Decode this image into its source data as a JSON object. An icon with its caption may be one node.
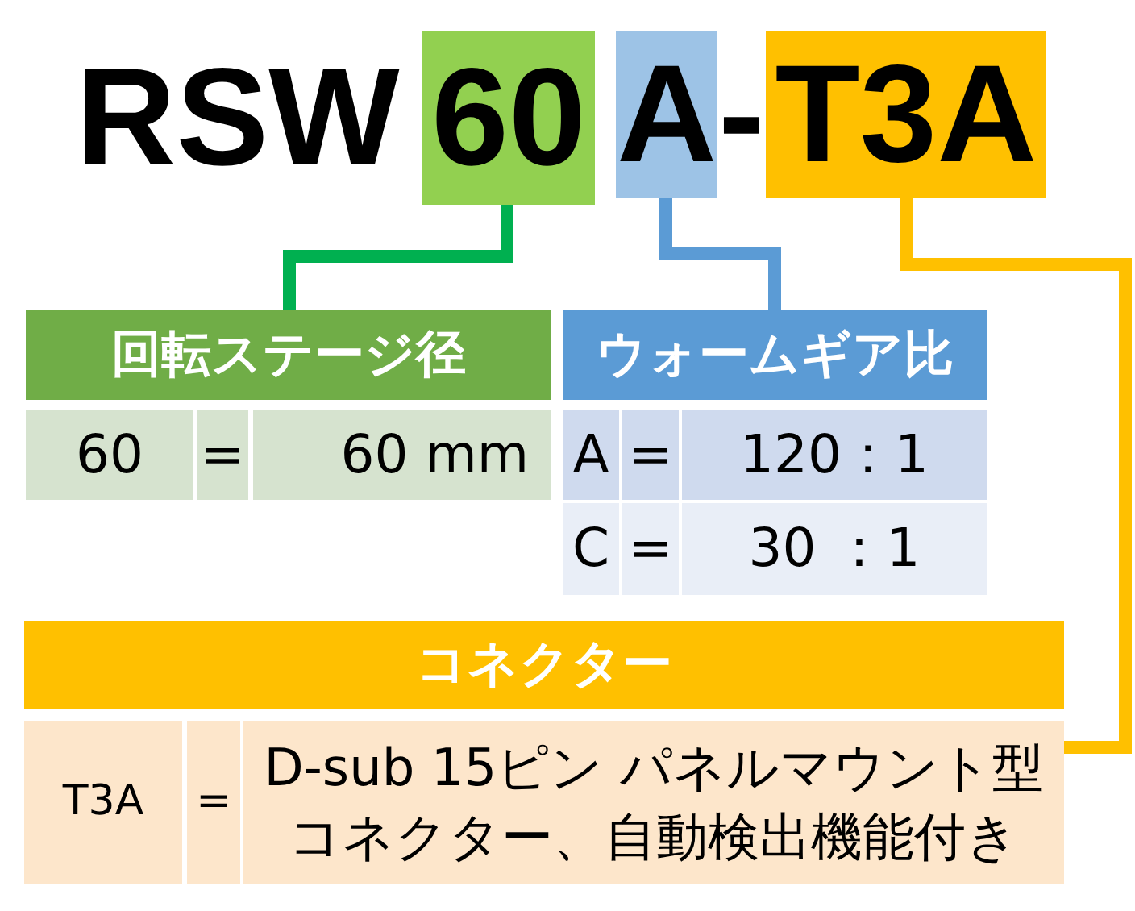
{
  "diagram": {
    "nodes": [
      {
        "text": [
          "60"
        ]
      },
      {
        "text": [
          "A"
        ]
      },
      {
        "text": [
          "T3A"
        ]
      },
      {
        "text": [
          "回転ステージ径"
        ]
      },
      {
        "text": [
          "60"
        ]
      },
      {
        "text": [
          "="
        ]
      },
      {
        "text": [
          "60 mm"
        ]
      },
      {
        "text": [
          "ウォームギア比"
        ]
      },
      {
        "text": [
          "A"
        ]
      },
      {
        "text": [
          "="
        ]
      },
      {
        "text": [
          "120：1"
        ]
      },
      {
        "text": [
          "C"
        ]
      },
      {
        "text": [
          "="
        ]
      },
      {
        "text": [
          "30 ：1"
        ]
      },
      {
        "text": [
          "コネクター"
        ]
      },
      {
        "text": [
          "T3A"
        ]
      },
      {
        "text": [
          "="
        ]
      },
      {
        "text": [
          "D-sub 15ピン パネルマウント型コネクター、自動検出機能付き"
        ]
      }
    ],
    "edges": [
      {
        "from": 0,
        "to": 3,
        "arrow": "none",
        "color": "#00b050"
      },
      {
        "from": 1,
        "to": 7,
        "arrow": "none",
        "color": "#5b9bd5"
      },
      {
        "from": 2,
        "to": 17,
        "arrow": "none",
        "color": "#ffc000"
      }
    ],
    "labels": [
      "RSW",
      "-"
    ]
  }
}
